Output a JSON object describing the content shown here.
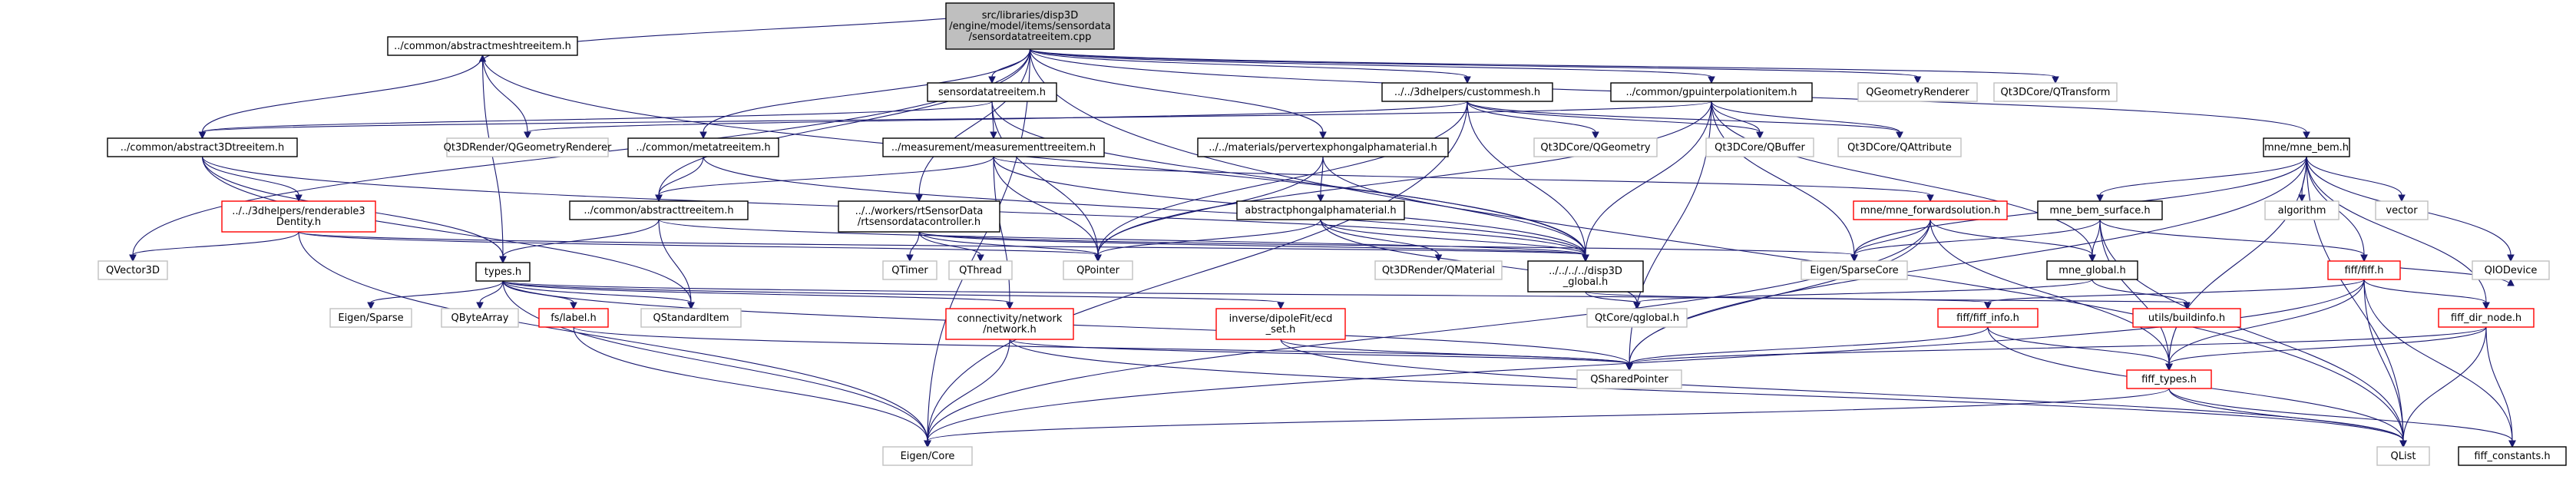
{
  "diagram": {
    "colors": {
      "background": "#ffffff",
      "root_fill": "#bfbfbf",
      "root_border": "#000000",
      "documented_border": "#000000",
      "undocumented_border": "#c0c0c0",
      "undocumented_text": "#000000",
      "broken_border": "#ff0000",
      "edge": "#191970"
    },
    "nodes": [
      {
        "id": "root",
        "lines": [
          "src/libraries/disp3D",
          "/engine/model/items/sensordata",
          "/sensordatatreeitem.cpp"
        ],
        "style": "root"
      },
      {
        "id": "absmesh",
        "lines": [
          "../common/abstractmeshtreeitem.h"
        ],
        "style": "doc"
      },
      {
        "id": "sensordata",
        "lines": [
          "sensordatatreeitem.h"
        ],
        "style": "doc"
      },
      {
        "id": "custommesh",
        "lines": [
          "../../3dhelpers/custommesh.h"
        ],
        "style": "doc"
      },
      {
        "id": "gpuinterp",
        "lines": [
          "../common/gpuinterpolationitem.h"
        ],
        "style": "doc"
      },
      {
        "id": "qgeomrenderer",
        "lines": [
          "QGeometryRenderer"
        ],
        "style": "ext"
      },
      {
        "id": "qtransform",
        "lines": [
          "Qt3DCore/QTransform"
        ],
        "style": "ext"
      },
      {
        "id": "abs3d",
        "lines": [
          "../common/abstract3Dtreeitem.h"
        ],
        "style": "doc"
      },
      {
        "id": "qt3drender_geomr",
        "lines": [
          "Qt3DRender/QGeometryRenderer"
        ],
        "style": "ext"
      },
      {
        "id": "metatree",
        "lines": [
          "../common/metatreeitem.h"
        ],
        "style": "doc"
      },
      {
        "id": "measurement",
        "lines": [
          "../measurement/measurementtreeitem.h"
        ],
        "style": "doc"
      },
      {
        "id": "pervertex",
        "lines": [
          "../../materials/pervertexphongalphamaterial.h"
        ],
        "style": "doc"
      },
      {
        "id": "qt3dgeom",
        "lines": [
          "Qt3DCore/QGeometry"
        ],
        "style": "ext"
      },
      {
        "id": "qbuffer",
        "lines": [
          "Qt3DCore/QBuffer"
        ],
        "style": "ext"
      },
      {
        "id": "qattribute",
        "lines": [
          "Qt3DCore/QAttribute"
        ],
        "style": "ext"
      },
      {
        "id": "mnebem",
        "lines": [
          "mne/mne_bem.h"
        ],
        "style": "doc"
      },
      {
        "id": "renderable3",
        "lines": [
          "../../3dhelpers/renderable3",
          "Dentity.h"
        ],
        "style": "broken"
      },
      {
        "id": "abstracttree",
        "lines": [
          "../common/abstracttreeitem.h"
        ],
        "style": "doc"
      },
      {
        "id": "rtsensor",
        "lines": [
          "../../workers/rtSensorData",
          "/rtsensordatacontroller.h"
        ],
        "style": "doc"
      },
      {
        "id": "abstractphong",
        "lines": [
          "abstractphongalphamaterial.h"
        ],
        "style": "doc"
      },
      {
        "id": "fwdsol",
        "lines": [
          "mne/mne_forwardsolution.h"
        ],
        "style": "broken"
      },
      {
        "id": "bemsurface",
        "lines": [
          "mne_bem_surface.h"
        ],
        "style": "doc"
      },
      {
        "id": "algorithm",
        "lines": [
          "algorithm"
        ],
        "style": "ext"
      },
      {
        "id": "vector",
        "lines": [
          "vector"
        ],
        "style": "ext"
      },
      {
        "id": "qtimer",
        "lines": [
          "QTimer"
        ],
        "style": "ext"
      },
      {
        "id": "qthread",
        "lines": [
          "QThread"
        ],
        "style": "ext"
      },
      {
        "id": "qpointer",
        "lines": [
          "QPointer"
        ],
        "style": "ext"
      },
      {
        "id": "qt3dmaterial",
        "lines": [
          "Qt3DRender/QMaterial"
        ],
        "style": "ext"
      },
      {
        "id": "disp3dglobal",
        "lines": [
          "../../../../disp3D",
          "_global.h"
        ],
        "style": "doc"
      },
      {
        "id": "eigensparsecore",
        "lines": [
          "Eigen/SparseCore"
        ],
        "style": "ext"
      },
      {
        "id": "mneglobal",
        "lines": [
          "mne_global.h"
        ],
        "style": "doc"
      },
      {
        "id": "fiff",
        "lines": [
          "fiff/fiff.h"
        ],
        "style": "broken"
      },
      {
        "id": "qvector3d",
        "lines": [
          "QVector3D"
        ],
        "style": "ext"
      },
      {
        "id": "types",
        "lines": [
          "types.h"
        ],
        "style": "doc"
      },
      {
        "id": "eigensparse",
        "lines": [
          "Eigen/Sparse"
        ],
        "style": "ext"
      },
      {
        "id": "qbytearray",
        "lines": [
          "QByteArray"
        ],
        "style": "ext"
      },
      {
        "id": "qstandarditem",
        "lines": [
          "QStandardItem"
        ],
        "style": "ext"
      },
      {
        "id": "fslabel",
        "lines": [
          "fs/label.h"
        ],
        "style": "broken"
      },
      {
        "id": "connectivity",
        "lines": [
          "connectivity/network",
          "/network.h"
        ],
        "style": "broken"
      },
      {
        "id": "dipolefit",
        "lines": [
          "inverse/dipoleFit/ecd",
          "_set.h"
        ],
        "style": "broken"
      },
      {
        "id": "qtcoreglobal",
        "lines": [
          "QtCore/qglobal.h"
        ],
        "style": "ext"
      },
      {
        "id": "buildinfo",
        "lines": [
          "utils/buildinfo.h"
        ],
        "style": "broken"
      },
      {
        "id": "fiffinfo",
        "lines": [
          "fiff/fiff_info.h"
        ],
        "style": "broken"
      },
      {
        "id": "fiffdirnode",
        "lines": [
          "fiff_dir_node.h"
        ],
        "style": "broken"
      },
      {
        "id": "qiodevice",
        "lines": [
          "QIODevice"
        ],
        "style": "ext"
      },
      {
        "id": "qsharedpointer",
        "lines": [
          "QSharedPointer"
        ],
        "style": "ext"
      },
      {
        "id": "fifftypes",
        "lines": [
          "fiff_types.h"
        ],
        "style": "broken"
      },
      {
        "id": "eigencore",
        "lines": [
          "Eigen/Core"
        ],
        "style": "ext"
      },
      {
        "id": "qlist",
        "lines": [
          "QList"
        ],
        "style": "ext"
      },
      {
        "id": "fiffconstants",
        "lines": [
          "fiff_constants.h"
        ],
        "style": "doc"
      }
    ],
    "edges": [
      [
        "root",
        "absmesh"
      ],
      [
        "root",
        "sensordata"
      ],
      [
        "root",
        "custommesh"
      ],
      [
        "root",
        "gpuinterp"
      ],
      [
        "root",
        "qgeomrenderer"
      ],
      [
        "root",
        "qtransform"
      ],
      [
        "root",
        "metatree"
      ],
      [
        "root",
        "pervertex"
      ],
      [
        "root",
        "mnebem"
      ],
      [
        "root",
        "rtsensor"
      ],
      [
        "root",
        "qvector3d"
      ],
      [
        "root",
        "eigencore"
      ],
      [
        "root",
        "abstracttree"
      ],
      [
        "root",
        "qlist"
      ],
      [
        "absmesh",
        "abs3d"
      ],
      [
        "absmesh",
        "qt3drender_geomr"
      ],
      [
        "absmesh",
        "types"
      ],
      [
        "absmesh",
        "disp3dglobal"
      ],
      [
        "sensordata",
        "abs3d"
      ],
      [
        "sensordata",
        "measurement"
      ],
      [
        "sensordata",
        "disp3dglobal"
      ],
      [
        "sensordata",
        "qpointer"
      ],
      [
        "custommesh",
        "qt3drender_geomr"
      ],
      [
        "custommesh",
        "qt3dgeom"
      ],
      [
        "custommesh",
        "qbuffer"
      ],
      [
        "custommesh",
        "qattribute"
      ],
      [
        "custommesh",
        "disp3dglobal"
      ],
      [
        "custommesh",
        "qpointer"
      ],
      [
        "custommesh",
        "eigencore"
      ],
      [
        "gpuinterp",
        "abs3d"
      ],
      [
        "gpuinterp",
        "qbuffer"
      ],
      [
        "gpuinterp",
        "qattribute"
      ],
      [
        "gpuinterp",
        "disp3dglobal"
      ],
      [
        "gpuinterp",
        "qpointer"
      ],
      [
        "gpuinterp",
        "eigensparsecore"
      ],
      [
        "gpuinterp",
        "mneglobal"
      ],
      [
        "gpuinterp",
        "qsharedpointer"
      ],
      [
        "abs3d",
        "renderable3"
      ],
      [
        "abs3d",
        "types"
      ],
      [
        "abs3d",
        "qstandarditem"
      ],
      [
        "abs3d",
        "disp3dglobal"
      ],
      [
        "metatree",
        "abstracttree"
      ],
      [
        "metatree",
        "disp3dglobal"
      ],
      [
        "measurement",
        "abstracttree"
      ],
      [
        "measurement",
        "qpointer"
      ],
      [
        "measurement",
        "disp3dglobal"
      ],
      [
        "measurement",
        "fwdsol"
      ],
      [
        "measurement",
        "connectivity"
      ],
      [
        "pervertex",
        "abstractphong"
      ],
      [
        "pervertex",
        "qpointer"
      ],
      [
        "pervertex",
        "disp3dglobal"
      ],
      [
        "mnebem",
        "bemsurface"
      ],
      [
        "mnebem",
        "algorithm"
      ],
      [
        "mnebem",
        "vector"
      ],
      [
        "mnebem",
        "fiff"
      ],
      [
        "mnebem",
        "fifftypes"
      ],
      [
        "mnebem",
        "qiodevice"
      ],
      [
        "mnebem",
        "qlist"
      ],
      [
        "mnebem",
        "fiffdirnode"
      ],
      [
        "mnebem",
        "qsharedpointer"
      ],
      [
        "mnebem",
        "eigensparsecore"
      ],
      [
        "renderable3",
        "qvector3d"
      ],
      [
        "renderable3",
        "qpointer"
      ],
      [
        "renderable3",
        "disp3dglobal"
      ],
      [
        "renderable3",
        "eigencore"
      ],
      [
        "abstracttree",
        "types"
      ],
      [
        "abstracttree",
        "qstandarditem"
      ],
      [
        "abstracttree",
        "disp3dglobal"
      ],
      [
        "rtsensor",
        "qtimer"
      ],
      [
        "rtsensor",
        "qthread"
      ],
      [
        "rtsensor",
        "qpointer"
      ],
      [
        "rtsensor",
        "disp3dglobal"
      ],
      [
        "rtsensor",
        "eigensparsecore"
      ],
      [
        "abstractphong",
        "qt3dmaterial"
      ],
      [
        "abstractphong",
        "disp3dglobal"
      ],
      [
        "abstractphong",
        "qpointer"
      ],
      [
        "abstractphong",
        "qtcoreglobal"
      ],
      [
        "fwdsol",
        "mneglobal"
      ],
      [
        "fwdsol",
        "fifftypes"
      ],
      [
        "fwdsol",
        "qsharedpointer"
      ],
      [
        "fwdsol",
        "eigensparsecore"
      ],
      [
        "fwdsol",
        "eigencore"
      ],
      [
        "bemsurface",
        "mneglobal"
      ],
      [
        "bemsurface",
        "fiff"
      ],
      [
        "bemsurface",
        "fifftypes"
      ],
      [
        "bemsurface",
        "eigensparsecore"
      ],
      [
        "bemsurface",
        "qlist"
      ],
      [
        "disp3dglobal",
        "qtcoreglobal"
      ],
      [
        "disp3dglobal",
        "buildinfo"
      ],
      [
        "mneglobal",
        "qtcoreglobal"
      ],
      [
        "mneglobal",
        "buildinfo"
      ],
      [
        "fiff",
        "fiffinfo"
      ],
      [
        "fiff",
        "fiffdirnode"
      ],
      [
        "fiff",
        "fifftypes"
      ],
      [
        "fiff",
        "qiodevice"
      ],
      [
        "fiff",
        "qlist"
      ],
      [
        "fiff",
        "fiffconstants"
      ],
      [
        "fiff",
        "eigencore"
      ],
      [
        "types",
        "eigensparse"
      ],
      [
        "types",
        "qbytearray"
      ],
      [
        "types",
        "qstandarditem"
      ],
      [
        "types",
        "fslabel"
      ],
      [
        "types",
        "connectivity"
      ],
      [
        "types",
        "dipolefit"
      ],
      [
        "types",
        "qsharedpointer"
      ],
      [
        "types",
        "eigencore"
      ],
      [
        "types",
        "fiffinfo"
      ],
      [
        "fslabel",
        "qsharedpointer"
      ],
      [
        "fslabel",
        "eigencore"
      ],
      [
        "connectivity",
        "qsharedpointer"
      ],
      [
        "connectivity",
        "eigencore"
      ],
      [
        "connectivity",
        "qlist"
      ],
      [
        "dipolefit",
        "qsharedpointer"
      ],
      [
        "dipolefit",
        "qlist"
      ],
      [
        "fiffinfo",
        "fifftypes"
      ],
      [
        "fiffinfo",
        "qlist"
      ],
      [
        "fiffinfo",
        "qsharedpointer"
      ],
      [
        "fiffdirnode",
        "fifftypes"
      ],
      [
        "fiffdirnode",
        "qlist"
      ],
      [
        "fiffdirnode",
        "fiffconstants"
      ],
      [
        "fiffdirnode",
        "qsharedpointer"
      ],
      [
        "fifftypes",
        "eigencore"
      ],
      [
        "fifftypes",
        "qlist"
      ],
      [
        "fifftypes",
        "fiffconstants"
      ]
    ]
  }
}
